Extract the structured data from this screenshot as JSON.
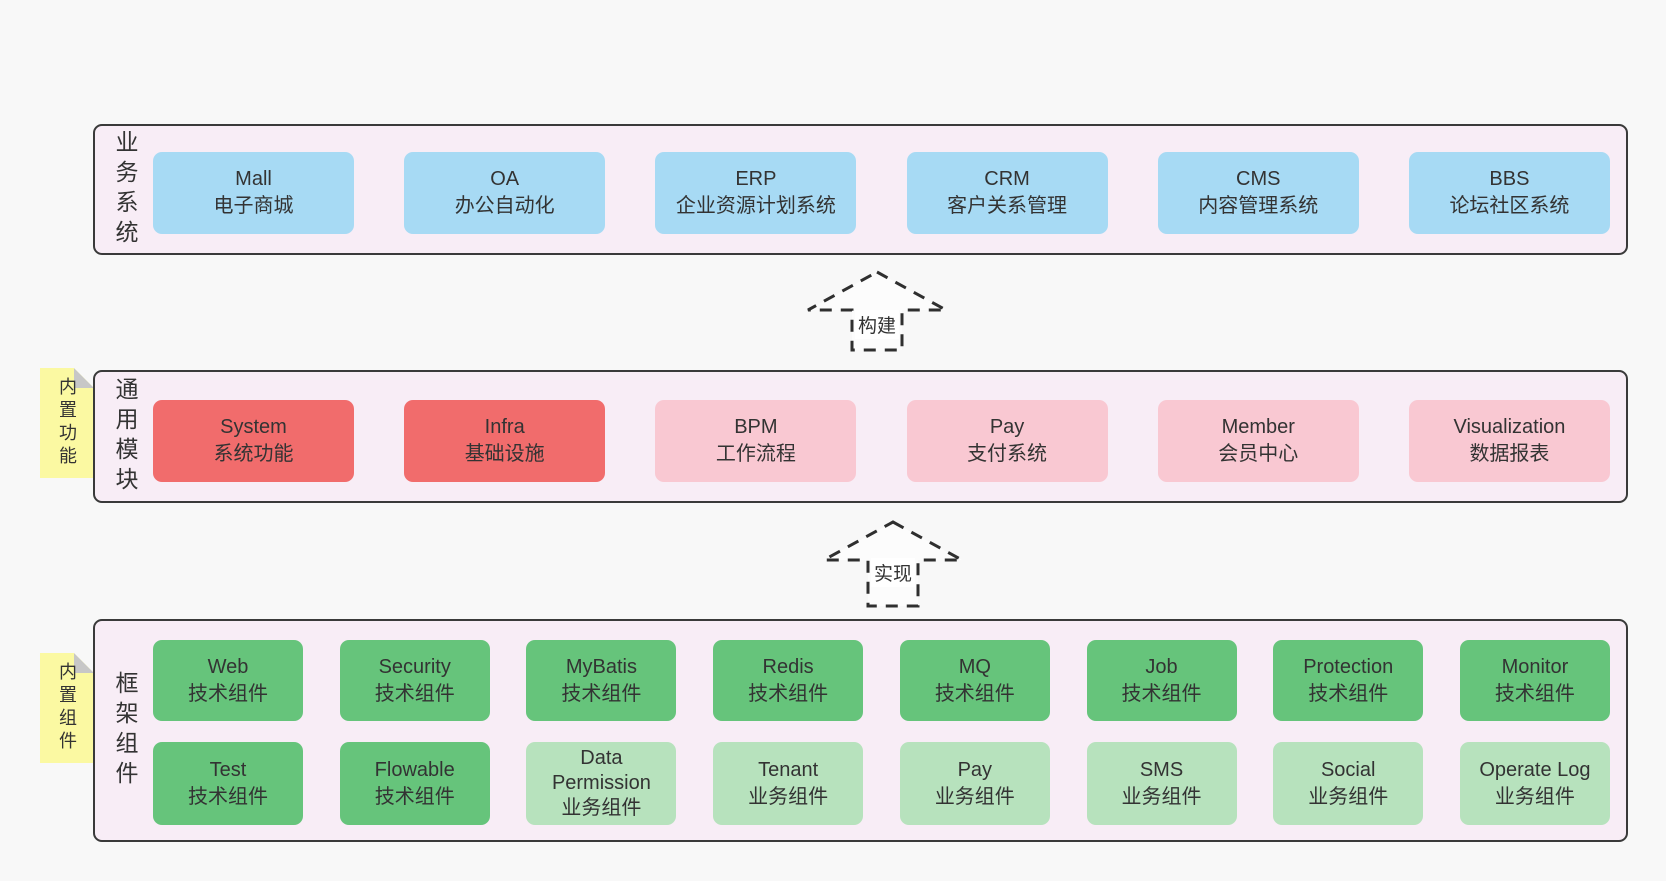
{
  "colors": {
    "page-bg": "#f8f8f8",
    "container-bg": "#f8edf6",
    "container-border": "#3a3a3a",
    "blue": "#a7daf4",
    "red": "#f16c6c",
    "pink": "#f9c8d2",
    "green": "#66c47b",
    "light-green": "#b7e2bd",
    "sticky-yellow": "#fbf9a2",
    "sticky-fold": "#c7c7c7",
    "text": "#333333"
  },
  "layers": {
    "business": {
      "label": "业务系统",
      "boxes": [
        {
          "title": "Mall",
          "subtitle": "电子商城"
        },
        {
          "title": "OA",
          "subtitle": "办公自动化"
        },
        {
          "title": "ERP",
          "subtitle": "企业资源计划系统"
        },
        {
          "title": "CRM",
          "subtitle": "客户关系管理"
        },
        {
          "title": "CMS",
          "subtitle": "内容管理系统"
        },
        {
          "title": "BBS",
          "subtitle": "论坛社区系统"
        }
      ]
    },
    "modules": {
      "label": "通用模块",
      "sticky": "内置功能",
      "boxes": [
        {
          "title": "System",
          "subtitle": "系统功能",
          "variant": "red"
        },
        {
          "title": "Infra",
          "subtitle": "基础设施",
          "variant": "red"
        },
        {
          "title": "BPM",
          "subtitle": "工作流程",
          "variant": "pink"
        },
        {
          "title": "Pay",
          "subtitle": "支付系统",
          "variant": "pink"
        },
        {
          "title": "Member",
          "subtitle": "会员中心",
          "variant": "pink"
        },
        {
          "title": "Visualization",
          "subtitle": "数据报表",
          "variant": "pink"
        }
      ]
    },
    "framework": {
      "label": "框架组件",
      "sticky": "内置组件",
      "row1": [
        {
          "title": "Web",
          "subtitle": "技术组件",
          "variant": "green"
        },
        {
          "title": "Security",
          "subtitle": "技术组件",
          "variant": "green"
        },
        {
          "title": "MyBatis",
          "subtitle": "技术组件",
          "variant": "green"
        },
        {
          "title": "Redis",
          "subtitle": "技术组件",
          "variant": "green"
        },
        {
          "title": "MQ",
          "subtitle": "技术组件",
          "variant": "green"
        },
        {
          "title": "Job",
          "subtitle": "技术组件",
          "variant": "green"
        },
        {
          "title": "Protection",
          "subtitle": "技术组件",
          "variant": "green"
        },
        {
          "title": "Monitor",
          "subtitle": "技术组件",
          "variant": "green"
        }
      ],
      "row2": [
        {
          "title": "Test",
          "subtitle": "技术组件",
          "variant": "green"
        },
        {
          "title": "Flowable",
          "subtitle": "技术组件",
          "variant": "green"
        },
        {
          "title": "Data Permission",
          "subtitle": "业务组件",
          "variant": "light"
        },
        {
          "title": "Tenant",
          "subtitle": "业务组件",
          "variant": "light"
        },
        {
          "title": "Pay",
          "subtitle": "业务组件",
          "variant": "light"
        },
        {
          "title": "SMS",
          "subtitle": "业务组件",
          "variant": "light"
        },
        {
          "title": "Social",
          "subtitle": "业务组件",
          "variant": "light"
        },
        {
          "title": "Operate Log",
          "subtitle": "业务组件",
          "variant": "light"
        }
      ]
    }
  },
  "arrows": {
    "build": {
      "label": "构建"
    },
    "implement": {
      "label": "实现"
    }
  }
}
